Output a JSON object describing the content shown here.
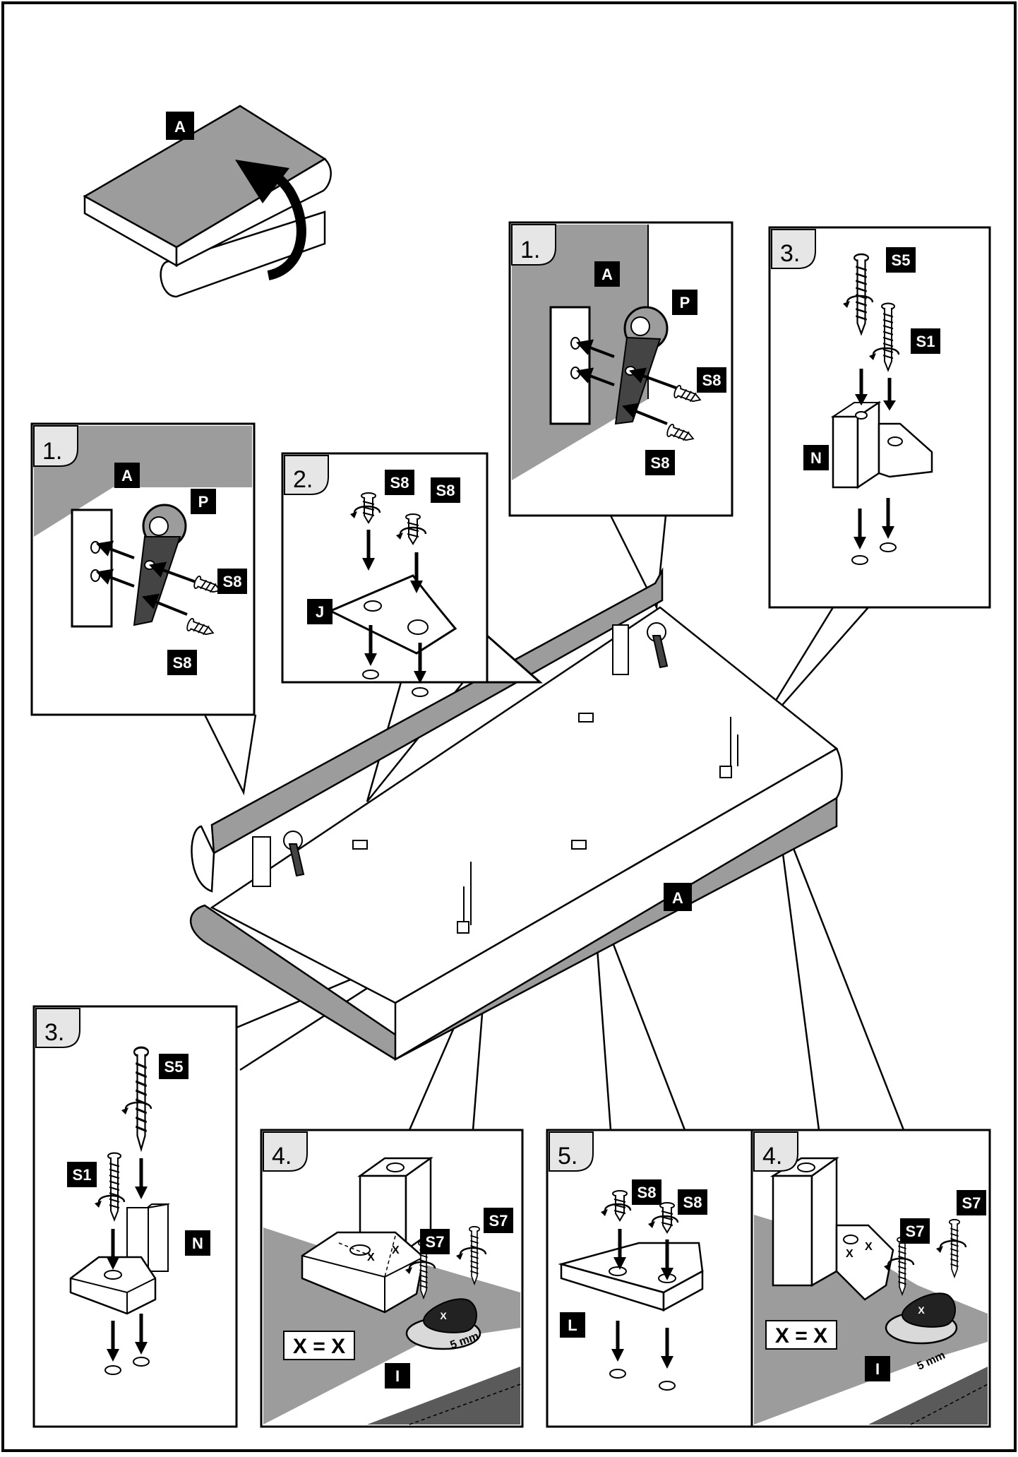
{
  "labels": {
    "a": "A",
    "p": "P",
    "j": "J",
    "n": "N",
    "l": "L",
    "i": "I",
    "s1": "S1",
    "s5": "S5",
    "s7": "S7",
    "s8": "S8"
  },
  "steps": {
    "one": "1.",
    "two": "2.",
    "three": "3.",
    "four": "4.",
    "five": "5."
  },
  "callouts": {
    "equal": "X = X",
    "mark": "X",
    "distance": "5 mm"
  }
}
